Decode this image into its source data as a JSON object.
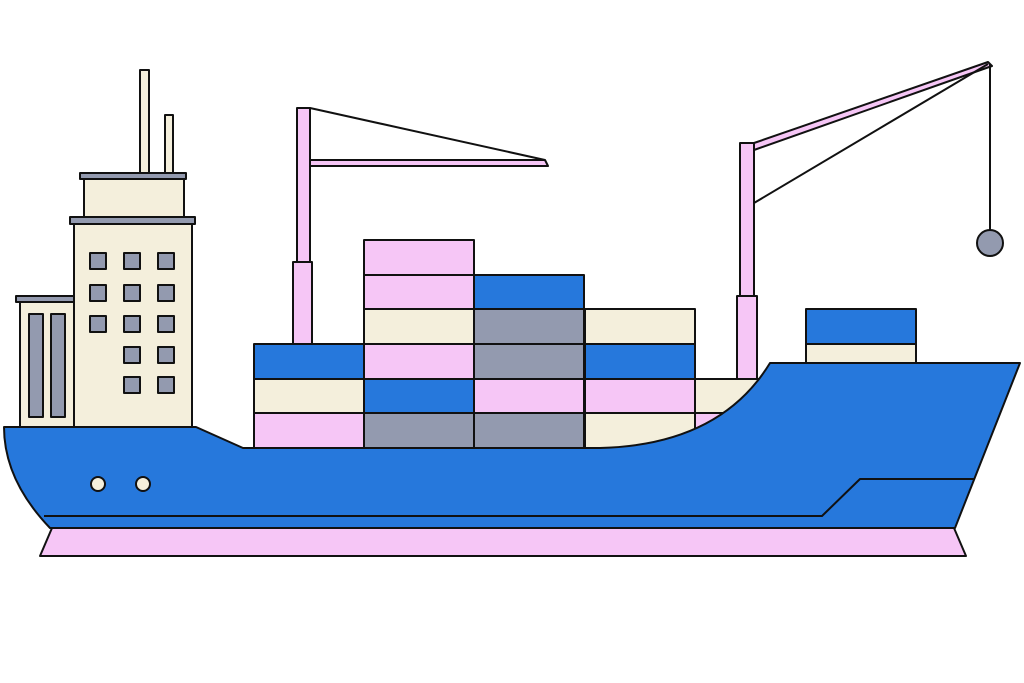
{
  "scene": {
    "subject": "cargo-ship-with-containers-and-cranes",
    "palette": {
      "hull": "#2678dc",
      "waterline": "#f6c6f6",
      "cream": "#f4efdc",
      "pink": "#f6c6f6",
      "blue": "#2678dc",
      "gray": "#939aaf",
      "window": "#939aaf",
      "outline": "#111111",
      "background": "#ffffff"
    },
    "container_colors": [
      "pink",
      "pink",
      "blue",
      "cream",
      "gray",
      "cream",
      "blue",
      "pink",
      "gray",
      "blue",
      "cream",
      "blue",
      "pink",
      "pink",
      "pink",
      "gray",
      "gray",
      "cream"
    ]
  }
}
